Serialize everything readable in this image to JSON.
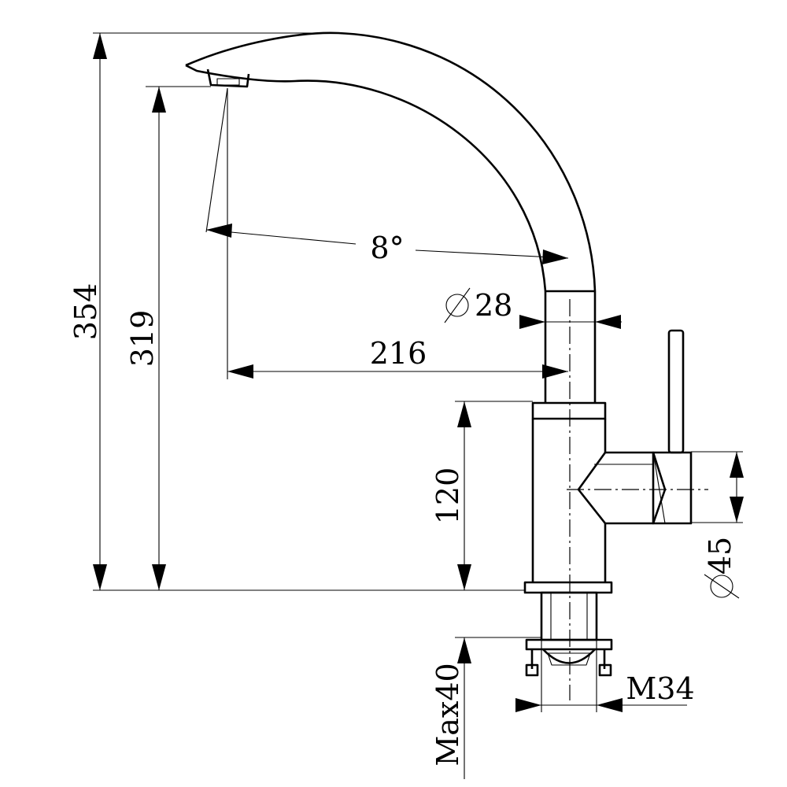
{
  "drawing": {
    "subject": "faucet-technical-drawing",
    "line_color": "#000000",
    "background": "#ffffff"
  },
  "dimensions": {
    "total_height": "354",
    "spout_outlet_height": "319",
    "spout_reach": "216",
    "swivel_angle": "8°",
    "spout_diameter": "28",
    "body_height": "120",
    "body_diameter": "45",
    "mounting_thickness": "Max40",
    "thread_size": "M34"
  }
}
